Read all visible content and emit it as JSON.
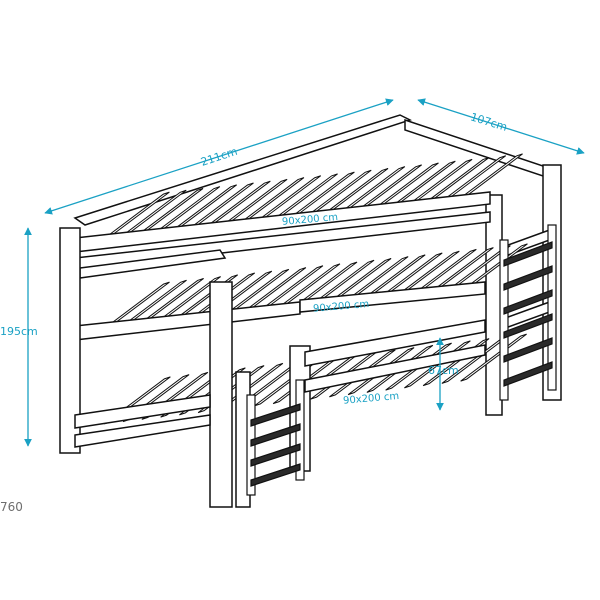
{
  "dimensions": {
    "length": "211cm",
    "depth": "107cm",
    "height": "195cm",
    "gap": "67cm"
  },
  "beds": {
    "top": "90x200 cm",
    "middle": "90x200 cm",
    "bottom": "90x200 cm"
  },
  "reference": "760",
  "colors": {
    "dimension": "#1aa1c4",
    "outline": "#111111",
    "rail_fill": "#ffffff",
    "ladder_fill": "#2a2a2a"
  }
}
